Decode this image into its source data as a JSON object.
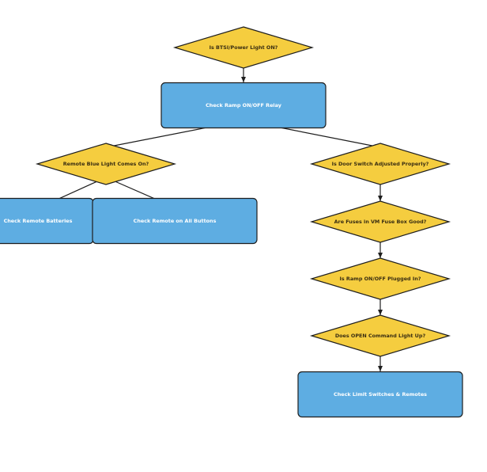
{
  "diagram": {
    "colors": {
      "decision_fill": "#f5cd3f",
      "action_fill": "#5eade2",
      "stroke": "#1e1e1e"
    },
    "nodes": [
      {
        "id": "q_power_light",
        "shape": "diamond",
        "label": "Is BTSI/Power Light ON?"
      },
      {
        "id": "a_ramp_relay",
        "shape": "rect",
        "label": "Check Ramp ON/OFF Relay"
      },
      {
        "id": "q_remote_blue_light",
        "shape": "diamond",
        "label": "Remote Blue Light Comes On?"
      },
      {
        "id": "q_door_switch",
        "shape": "diamond",
        "label": "Is Door Switch Adjusted Properly?"
      },
      {
        "id": "a_remote_batteries",
        "shape": "rect",
        "label": "Check Remote Batteries"
      },
      {
        "id": "a_remote_buttons",
        "shape": "rect",
        "label": "Check Remote on All Buttons"
      },
      {
        "id": "q_fuses",
        "shape": "diamond",
        "label": "Are Fuses in VM Fuse Box Good?"
      },
      {
        "id": "q_ramp_plugged",
        "shape": "diamond",
        "label": "Is Ramp ON/OFF Plugged In?"
      },
      {
        "id": "q_open_command",
        "shape": "diamond",
        "label": "Does OPEN Command Light Up?"
      },
      {
        "id": "a_limit_switches",
        "shape": "rect",
        "label": "Check Limit Switches & Remotes"
      }
    ],
    "edges": [
      {
        "from": "q_power_light",
        "to": "a_ramp_relay"
      },
      {
        "from": "a_ramp_relay",
        "to": "q_remote_blue_light"
      },
      {
        "from": "a_ramp_relay",
        "to": "q_door_switch"
      },
      {
        "from": "q_remote_blue_light",
        "to": "a_remote_batteries"
      },
      {
        "from": "q_remote_blue_light",
        "to": "a_remote_buttons"
      },
      {
        "from": "q_door_switch",
        "to": "q_fuses"
      },
      {
        "from": "q_fuses",
        "to": "q_ramp_plugged"
      },
      {
        "from": "q_ramp_plugged",
        "to": "q_open_command"
      },
      {
        "from": "q_open_command",
        "to": "a_limit_switches"
      }
    ]
  }
}
